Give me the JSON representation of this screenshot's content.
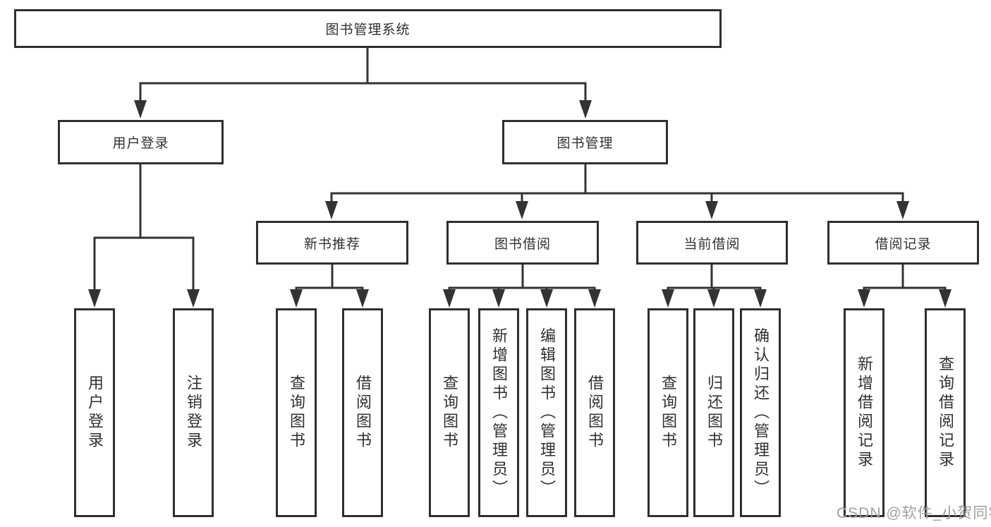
{
  "diagram_title": "图书管理系统",
  "tree": {
    "root": {
      "label": "图书管理系统",
      "children": [
        {
          "label": "用户登录",
          "children": [
            {
              "label": "用户登录"
            },
            {
              "label": "注销登录"
            }
          ]
        },
        {
          "label": "图书管理",
          "children": [
            {
              "label": "新书推荐",
              "children": [
                {
                  "label": "查询图书"
                },
                {
                  "label": "借阅图书"
                }
              ]
            },
            {
              "label": "图书借阅",
              "children": [
                {
                  "label": "查询图书"
                },
                {
                  "label": "新增图书（管理员）"
                },
                {
                  "label": "编辑图书（管理员）"
                },
                {
                  "label": "借阅图书"
                }
              ]
            },
            {
              "label": "当前借阅",
              "children": [
                {
                  "label": "查询图书"
                },
                {
                  "label": "归还图书"
                },
                {
                  "label": "确认归还（管理员）"
                }
              ]
            },
            {
              "label": "借阅记录",
              "children": [
                {
                  "label": "新增借阅记录"
                },
                {
                  "label": "查询借阅记录"
                }
              ]
            }
          ]
        }
      ]
    }
  },
  "watermark": "CSDN @软件_小贺同学",
  "colors": {
    "line": "#333333",
    "box_border": "#2f2f2f",
    "text": "#303030",
    "watermark": "#9e9e9e",
    "background": "#ffffff"
  }
}
